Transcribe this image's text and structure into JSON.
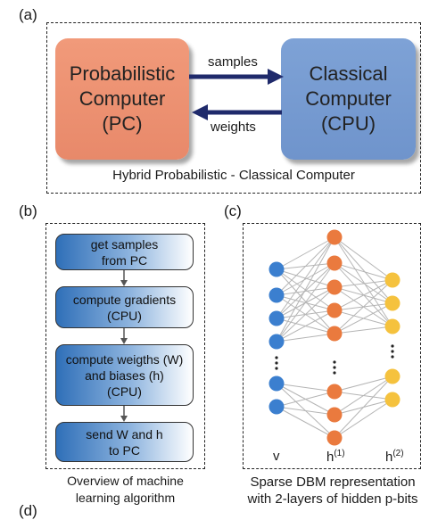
{
  "panel_a": {
    "label": "(a)",
    "pc_text": "Probabilistic\nComputer\n(PC)",
    "cpu_text": "Classical\nComputer\n(CPU)",
    "arrow_top_label": "samples",
    "arrow_bottom_label": "weights",
    "caption": "Hybrid Probabilistic - Classical Computer",
    "pc_color": "#e8896a",
    "cpu_color": "#6f94cc",
    "arrow_color": "#1f2a6b"
  },
  "panel_b": {
    "label": "(b)",
    "steps": [
      "get samples\nfrom PC",
      "compute gradients\n(CPU)",
      "compute weigths (W)\nand biases (h)\n(CPU)",
      "send W and h\nto PC"
    ],
    "caption": "Overview of machine\nlearning algorithm"
  },
  "panel_c": {
    "label": "(c)",
    "layer_v": "v",
    "layer_h1": "h",
    "layer_h1_sup": "(1)",
    "layer_h2": "h",
    "layer_h2_sup": "(2)",
    "caption": "Sparse DBM representation\nwith 2-layers of hidden p-bits",
    "colors": {
      "v": "#3b7fcf",
      "h1": "#ea7a3e",
      "h2": "#f5c23e",
      "edge": "#b5b5b5"
    }
  },
  "panel_d": {
    "label": "(d)"
  }
}
